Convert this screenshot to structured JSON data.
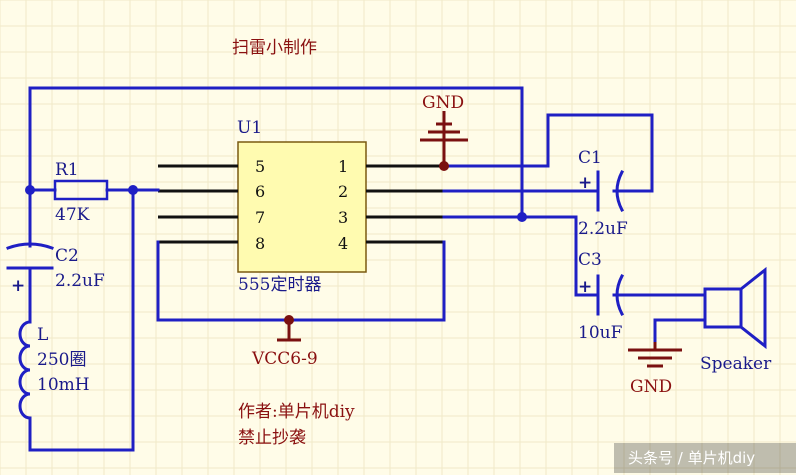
{
  "title": "扫雷小制作",
  "ic": {
    "designator": "U1",
    "name": "555定时器",
    "left_pins": [
      "5",
      "6",
      "7",
      "8"
    ],
    "right_pins": [
      "1",
      "2",
      "3",
      "4"
    ]
  },
  "components": {
    "r1": {
      "designator": "R1",
      "value": "47K"
    },
    "c1": {
      "designator": "C1",
      "value": "2.2uF"
    },
    "c2": {
      "designator": "C2",
      "value": "2.2uF"
    },
    "c3": {
      "designator": "C3",
      "value": "10uF"
    },
    "inductor": {
      "designator": "L",
      "turns": "250圈",
      "value": "10mH"
    },
    "speaker": {
      "label": "Speaker"
    }
  },
  "power": {
    "gnd_top": "GND",
    "gnd_bottom": "GND",
    "vcc": "VCC6-9"
  },
  "credits": {
    "author": "作者:单片机diy",
    "notice": "禁止抄袭"
  },
  "watermark": {
    "text": "头条号 / 单片机diy"
  },
  "colors": {
    "wire": "#1f1fc4",
    "power": "#7a1010",
    "background": "#fffce8",
    "chip": "#fffbb0"
  }
}
